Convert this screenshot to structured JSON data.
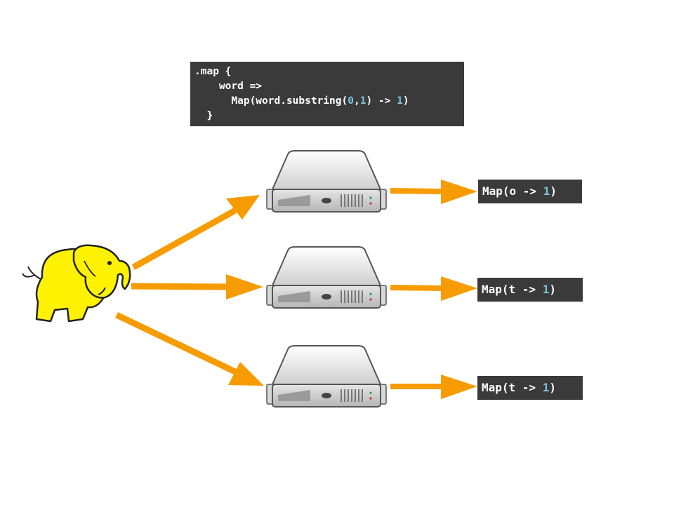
{
  "code": {
    "lines": [
      [
        ".map {"
      ],
      [
        "    word =>"
      ],
      [
        "      Map(word.substring(",
        "0",
        ",",
        "1",
        ") -> ",
        "1",
        ")"
      ],
      [
        "  }"
      ]
    ]
  },
  "results": [
    {
      "prefix": "Map(o -> ",
      "num": "1",
      "suffix": ")"
    },
    {
      "prefix": "Map(t -> ",
      "num": "1",
      "suffix": ")"
    },
    {
      "prefix": "Map(t -> ",
      "num": "1",
      "suffix": ")"
    }
  ],
  "colors": {
    "arrow": "#f79c00",
    "code_bg": "#3a3a3a",
    "number": "#7ec3df",
    "elephant": "#fff200"
  },
  "icons": [
    "hadoop-elephant-icon",
    "server-icon",
    "server-icon",
    "server-icon"
  ]
}
